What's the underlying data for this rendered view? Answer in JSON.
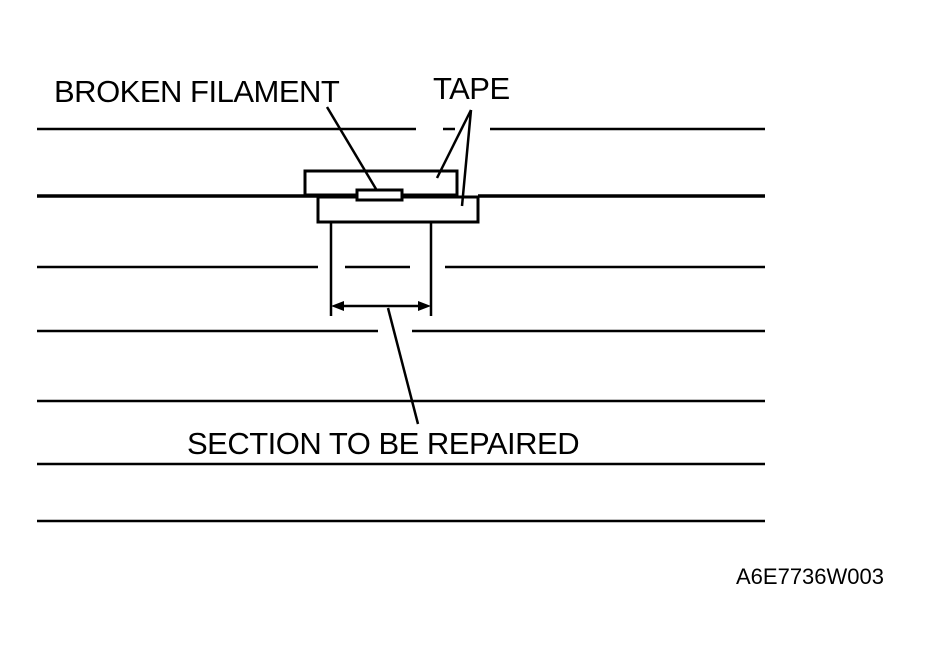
{
  "labels": {
    "broken_filament": "BROKEN FILAMENT",
    "tape": "TAPE",
    "section_to_be_repaired": "SECTION TO BE REPAIRED",
    "figure_id": "A6E7736W003"
  },
  "colors": {
    "background": "#ffffff",
    "ink": "#000000"
  }
}
